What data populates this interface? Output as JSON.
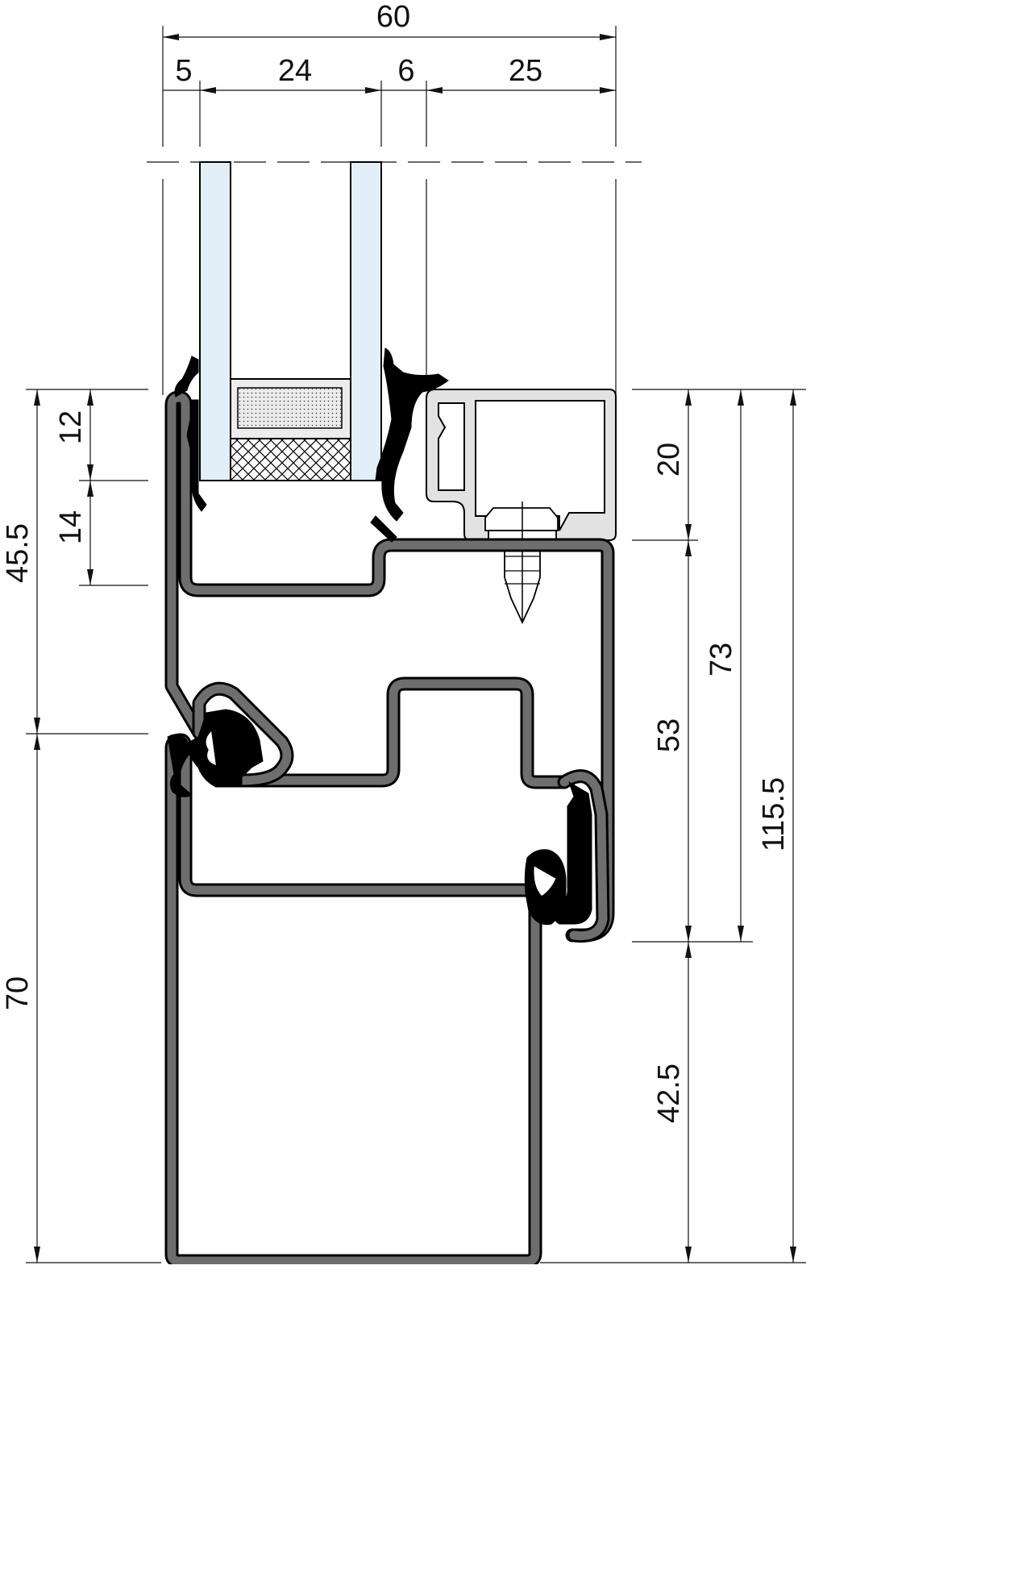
{
  "drawing": {
    "top_dimensions": {
      "overall": "60",
      "segments": [
        "5",
        "24",
        "6",
        "25"
      ]
    },
    "left_dimensions": [
      "12",
      "14",
      "45.5",
      "70"
    ],
    "right_dimensions": [
      "20",
      "73",
      "53",
      "115.5",
      "42.5"
    ]
  }
}
